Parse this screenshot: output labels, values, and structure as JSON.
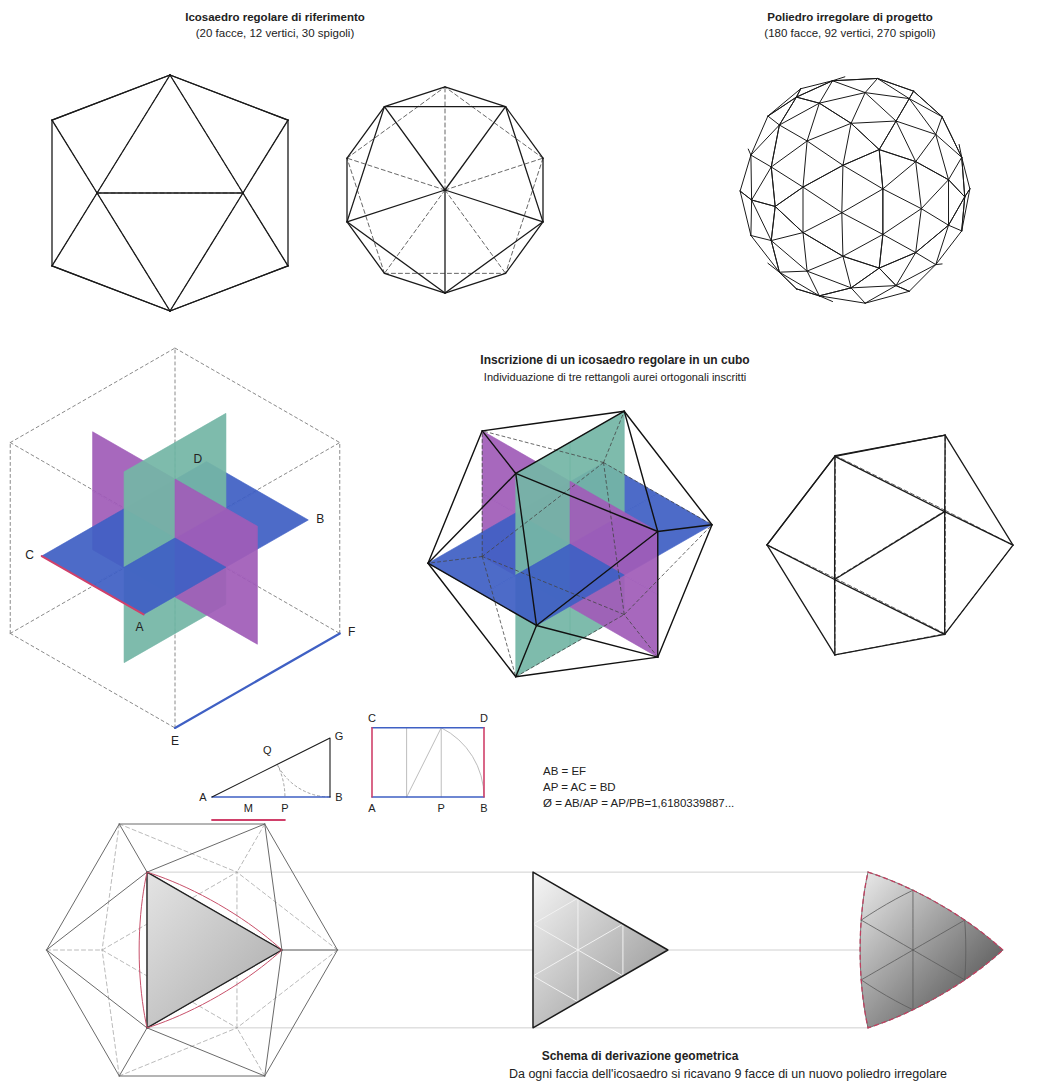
{
  "diagram": {
    "labels": [
      "Icosaedro regolare di riferimento",
      "(20 facce, 12 vertici, 30 spigoli)",
      "Poliedro irregolare di progetto",
      "(180 facce, 92 vertici, 270 spigoli)",
      "Inscrizione di un icosaedro regolare in un cubo",
      "Individuazione di tre rettangoli aurei ortogonali inscritti",
      "C",
      "D",
      "B",
      "A",
      "F",
      "E",
      "G",
      "Q",
      "A",
      "M",
      "P",
      "B",
      "C",
      "D",
      "A",
      "P",
      "B",
      "AB = EF",
      "AP = AC = BD",
      "Ø = AB/AP = AP/PB=1,6180339887...",
      "Schema di derivazione geometrica",
      "Da ogni faccia dell'icosaedro si ricavano 9 facce di un nuovo poliedro irregolare"
    ]
  }
}
